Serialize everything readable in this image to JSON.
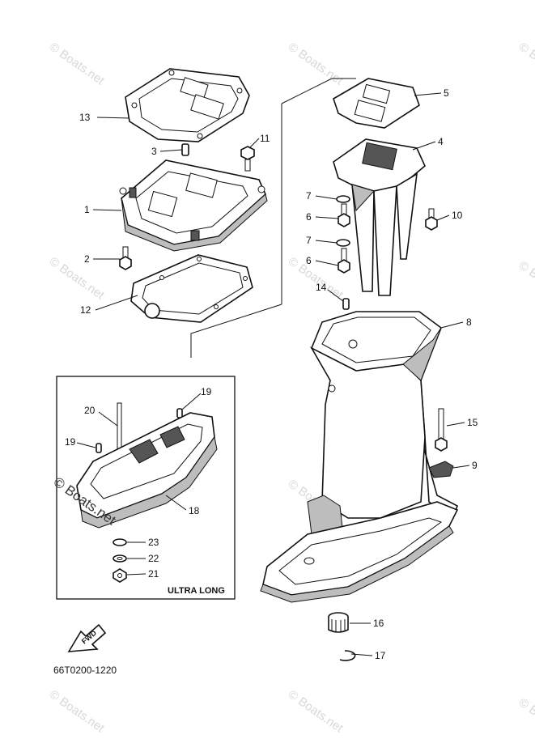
{
  "callouts": {
    "c1": "1",
    "c2": "2",
    "c3": "3",
    "c4": "4",
    "c5": "5",
    "c6a": "6",
    "c6b": "6",
    "c7a": "7",
    "c7b": "7",
    "c8": "8",
    "c9": "9",
    "c10": "10",
    "c11": "11",
    "c12": "12",
    "c13": "13",
    "c14": "14",
    "c15": "15",
    "c16": "16",
    "c17": "17",
    "c18": "18",
    "c19a": "19",
    "c19b": "19",
    "c20": "20",
    "c21": "21",
    "c22": "22",
    "c23": "23"
  },
  "inset_title": "ULTRA LONG",
  "fwd_label": "FWD",
  "diagram_code": "66T0200-1220",
  "watermark": "© Boats.net"
}
